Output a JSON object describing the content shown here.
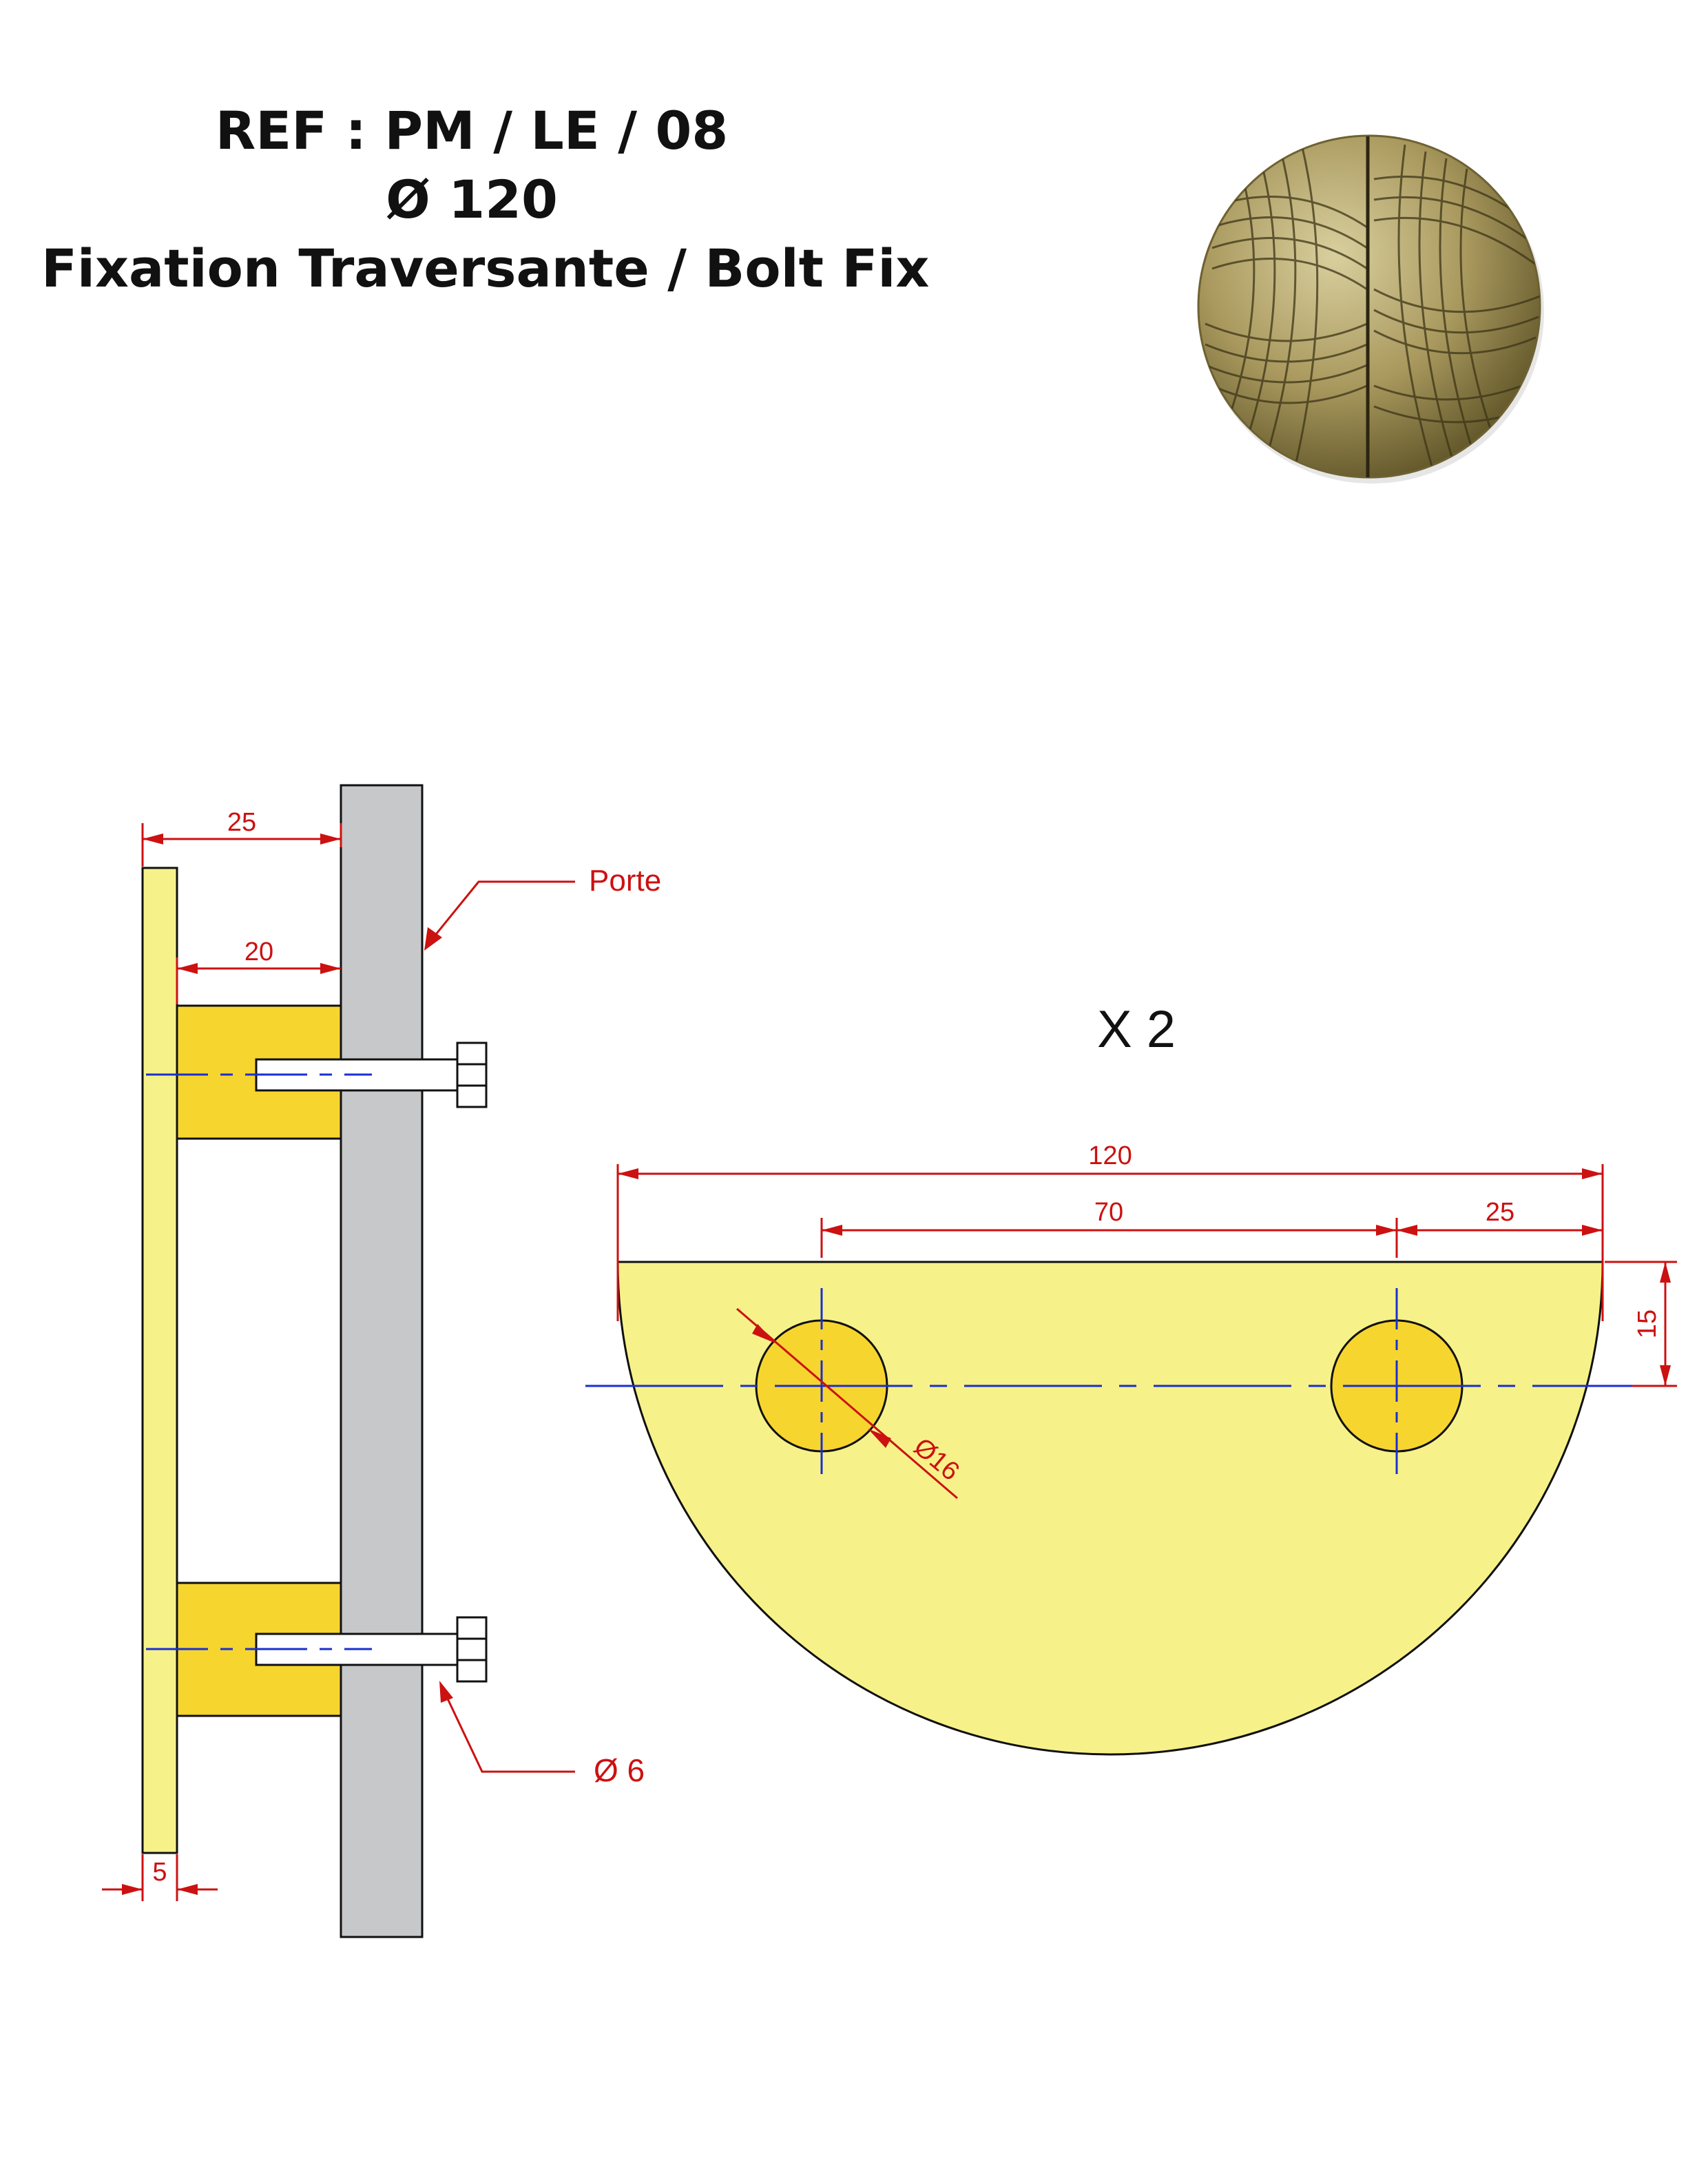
{
  "header": {
    "ref": "REF : PM / LE / 08",
    "diameter": "Ø 120",
    "fixation": "Fixation Traversante / Bolt Fix"
  },
  "side_view": {
    "dim_total_depth": "25",
    "dim_spacer_depth": "20",
    "dim_plate_thickness": "5",
    "label_door": "Porte",
    "label_bolt": "Ø 6"
  },
  "front_view": {
    "quantity": "X 2",
    "dim_width": "120",
    "dim_hole_spacing": "70",
    "dim_hole_edge": "25",
    "dim_hole_height": "15",
    "dim_hole_diameter": "Ø16"
  },
  "colors": {
    "plate": "#f6f289",
    "spacer": "#f7d52f",
    "door": "#c7c8ca",
    "dimension": "#cc1111",
    "centerline": "#1a2fd0"
  }
}
